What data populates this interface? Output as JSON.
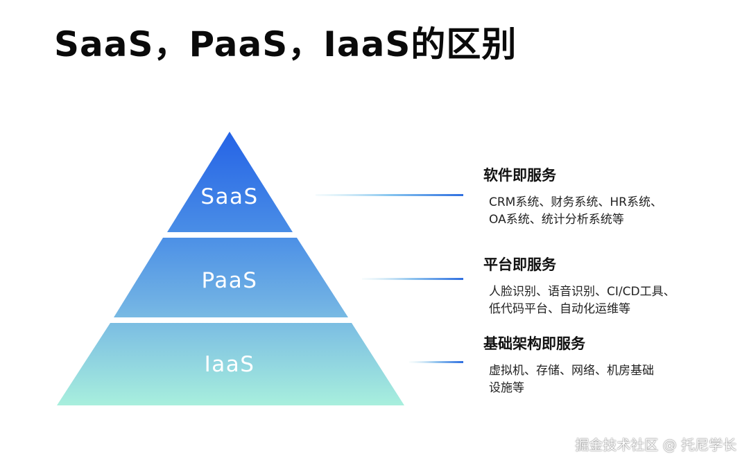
{
  "title": "SaaS，PaaS，IaaS的区别",
  "colors": {
    "top": "#2e6fe8",
    "mid": "#5f9fe6",
    "base": "#a6ecde",
    "connector": "#3a78dd"
  },
  "pyramid": {
    "tiers": [
      {
        "label": "SaaS"
      },
      {
        "label": "PaaS"
      },
      {
        "label": "IaaS"
      }
    ]
  },
  "services": [
    {
      "heading": "软件即服务",
      "lines": [
        "CRM系统、财务系统、HR系统、",
        "OA系统、统计分析系统等"
      ]
    },
    {
      "heading": "平台即服务",
      "lines": [
        "人脸识别、语音识别、CI/CD工具、",
        "低代码平台、自动化运维等"
      ]
    },
    {
      "heading": "基础架构即服务",
      "lines": [
        "虚拟机、存储、网络、机房基础",
        "设施等"
      ]
    }
  ],
  "watermark": "掘金技术社区 @ 托尼学长"
}
